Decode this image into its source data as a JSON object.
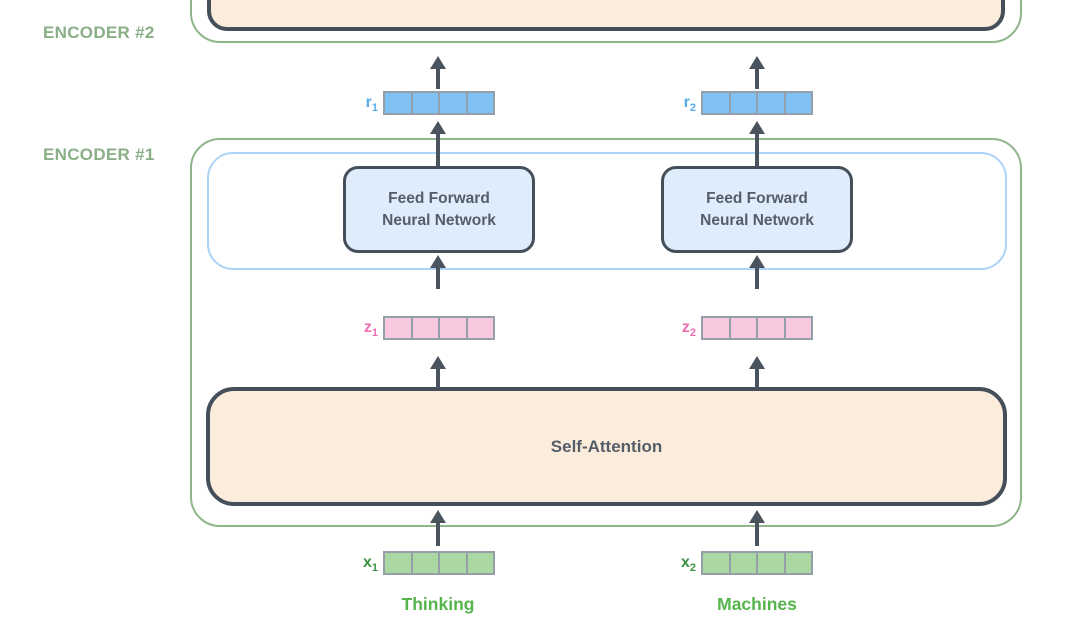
{
  "diagram": {
    "encoder2_label": "ENCODER #2",
    "encoder1_label": "ENCODER #1",
    "ffnn_label_line1": "Feed Forward",
    "ffnn_label_line2": "Neural Network",
    "self_attention_label": "Self-Attention",
    "vector_cells": 4,
    "vectors": {
      "r1": {
        "base": "r",
        "sub": "1"
      },
      "r2": {
        "base": "r",
        "sub": "2"
      },
      "z1": {
        "base": "z",
        "sub": "1"
      },
      "z2": {
        "base": "z",
        "sub": "2"
      },
      "x1": {
        "base": "x",
        "sub": "1"
      },
      "x2": {
        "base": "x",
        "sub": "2"
      }
    },
    "tokens": [
      {
        "word": "Thinking"
      },
      {
        "word": "Machines"
      }
    ],
    "colors": {
      "encoder_border_green": "#8fb58a",
      "label_green": "#8aaf86",
      "inner_border_blue": "#aed3f8",
      "box_border_dark": "#444f59",
      "ffnn_fill": "#dfecfb",
      "attention_fill": "#fcecdb",
      "vector_blue": "#80c1f3",
      "vector_pink": "#f8c8de",
      "vector_green": "#abd8a2",
      "vector_border": "#959fa9",
      "label_blue": "#55aee9",
      "label_pink": "#ee6cb0",
      "label_dark_green": "#3e9143",
      "word_green": "#56b44c",
      "arrow_gray": "#4a545e",
      "text_dark": "#545e68"
    }
  }
}
